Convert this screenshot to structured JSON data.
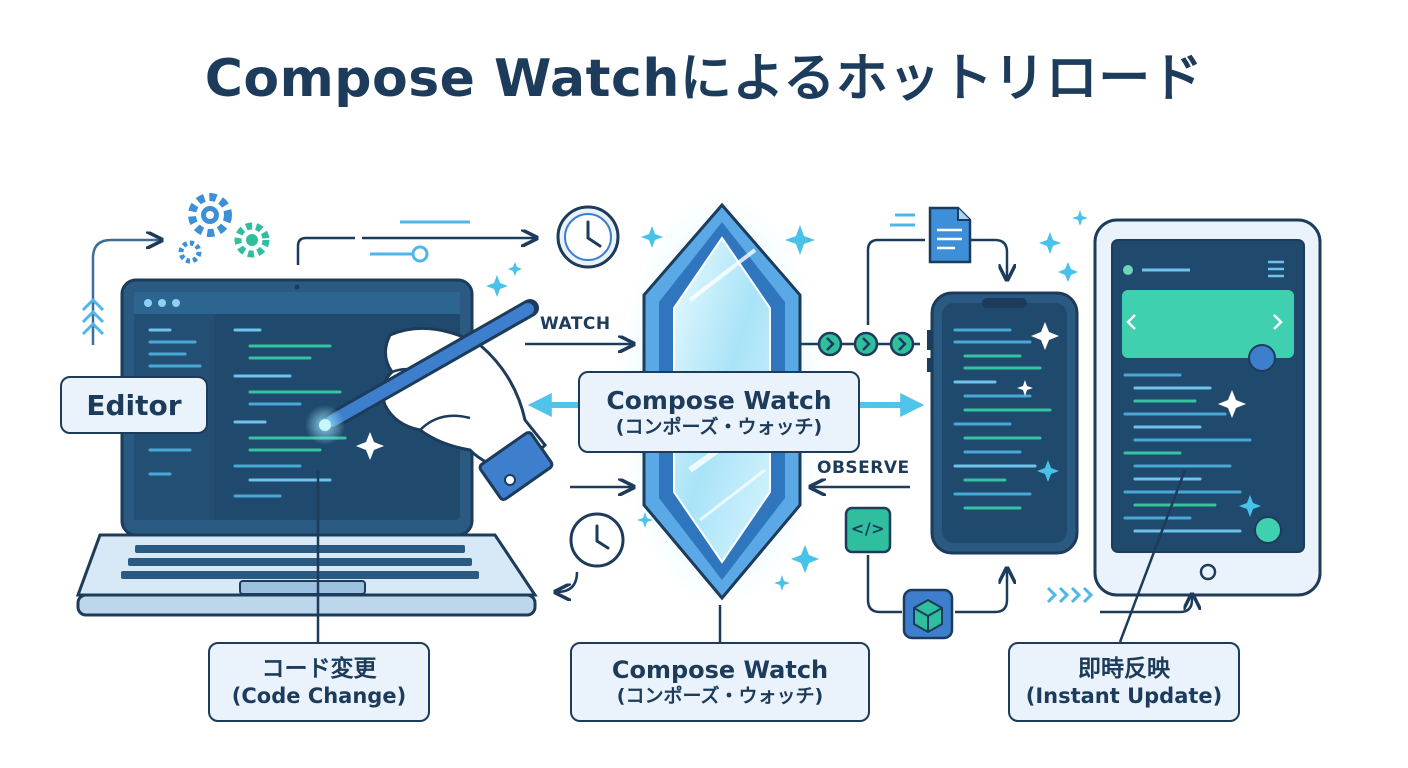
{
  "title": "Compose Watchによるホットリロード",
  "labels": {
    "editor": "Editor",
    "watch": "WATCH",
    "observe": "OBSERVE",
    "code_tag": "</>"
  },
  "center_box": {
    "line1": "Compose Watch",
    "line2": "(コンポーズ・ウォッチ)"
  },
  "captions": {
    "code_change": {
      "line1": "コード変更",
      "line2": "(Code Change)"
    },
    "compose_watch": {
      "line1": "Compose Watch",
      "line2": "(コンポーズ・ウォッチ)"
    },
    "instant_update": {
      "line1": "即時反映",
      "line2": "(Instant Update)"
    }
  },
  "colors": {
    "navy": "#1d3b5a",
    "screen": "#1f4a6e",
    "light_blue": "#eaf3fb",
    "accent_blue": "#3d8fd8",
    "accent_teal": "#2fbf9f",
    "glow": "#6fd3f5"
  },
  "icons": [
    "gear-icon",
    "clock-icon",
    "document-icon",
    "code-icon",
    "cube-icon",
    "sparkle-icon",
    "pen-icon",
    "hand-icon"
  ]
}
